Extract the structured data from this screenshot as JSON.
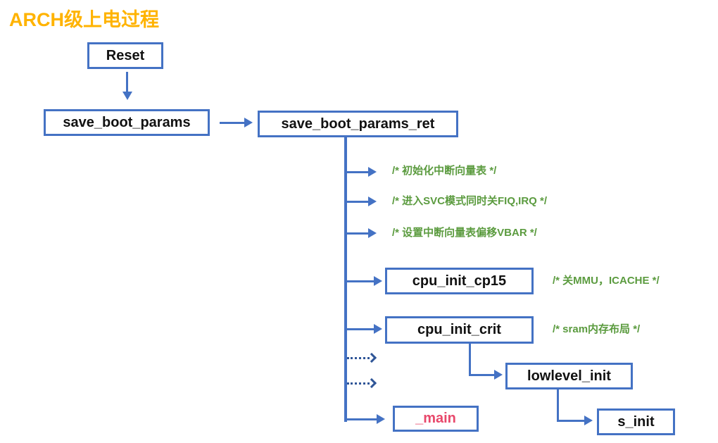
{
  "title": "ARCH级上电过程",
  "nodes": {
    "reset": "Reset",
    "save_boot_params": "save_boot_params",
    "save_boot_params_ret": "save_boot_params_ret",
    "cpu_init_cp15": "cpu_init_cp15",
    "cpu_init_crit": "cpu_init_crit",
    "lowlevel_init": "lowlevel_init",
    "main": "_main",
    "s_init": "s_init"
  },
  "comments": {
    "init_vector_table": "/* 初始化中断向量表 */",
    "enter_svc_mode": "/* 进入SVC模式同时关FIQ,IRQ */",
    "set_vbar_offset": "/* 设置中断向量表偏移VBAR */",
    "disable_mmu_icache": "/* 关MMU，ICACHE */",
    "sram_memory_layout": "/* sram内存布局 */"
  },
  "colors": {
    "accent_blue": "#4472C4",
    "dotted_blue": "#2F5597",
    "comment_green": "#5B9B3F",
    "title_orange": "#FFB300",
    "main_red": "#E8486B",
    "node_text": "#111111"
  }
}
